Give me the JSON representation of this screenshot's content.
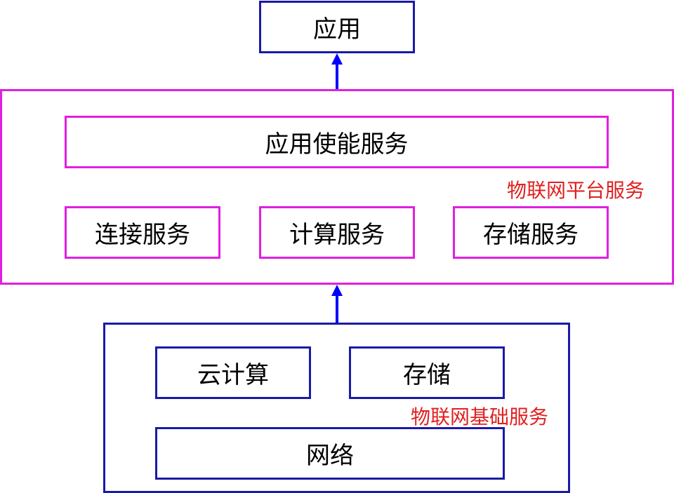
{
  "diagram": {
    "app": {
      "label": "应用"
    },
    "platform": {
      "caption": "物联网平台服务",
      "enablement": {
        "label": "应用使能服务"
      },
      "services": [
        {
          "label": "连接服务"
        },
        {
          "label": "计算服务"
        },
        {
          "label": "存储服务"
        }
      ]
    },
    "infrastructure": {
      "caption": "物联网基础服务",
      "cloud_compute": {
        "label": "云计算"
      },
      "storage": {
        "label": "存储"
      },
      "network": {
        "label": "网络"
      }
    },
    "colors": {
      "blue_border": "#1a1aa8",
      "pink_border": "#e020e0",
      "arrow": "#0000ff",
      "caption": "#e02020"
    }
  }
}
